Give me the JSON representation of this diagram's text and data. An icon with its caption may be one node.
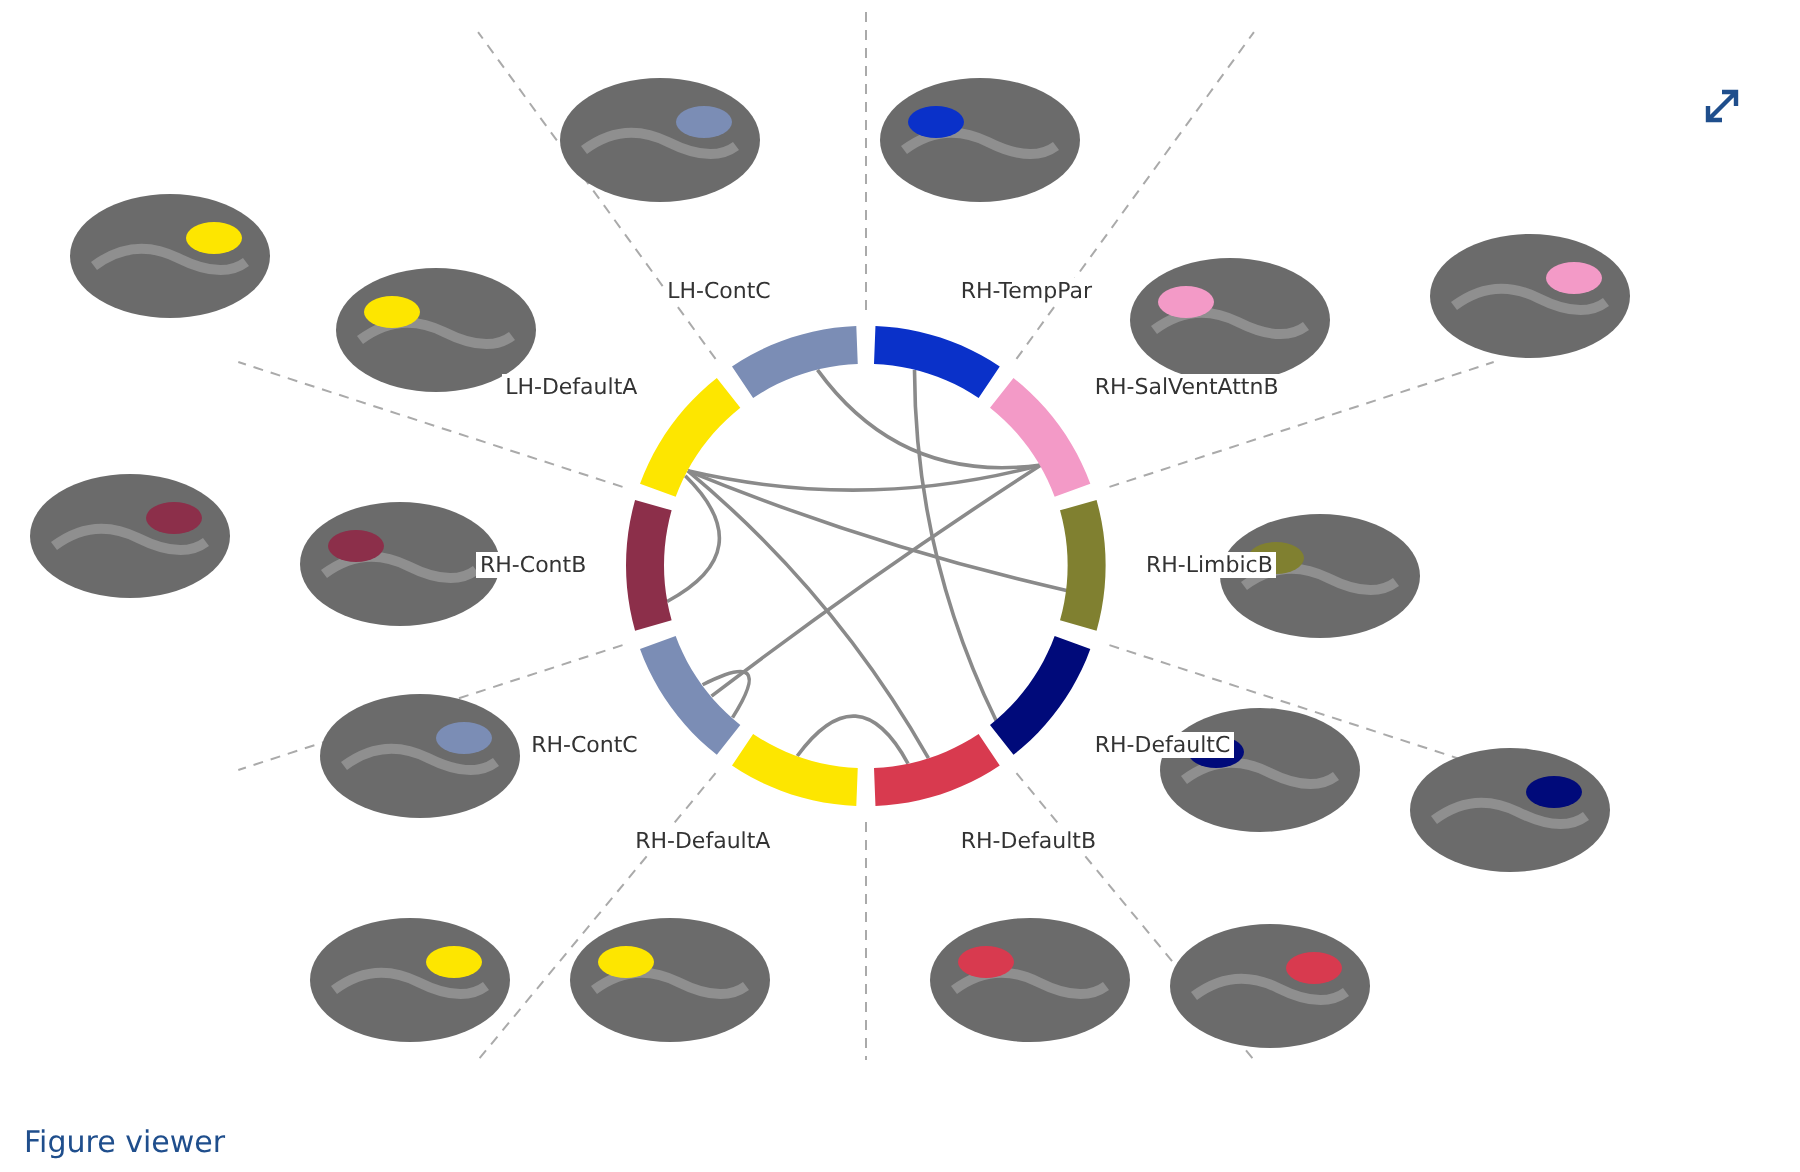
{
  "diagram": {
    "nodes": [
      {
        "text": [
          "LH-ContC"
        ]
      },
      {
        "text": [
          "RH-TempPar"
        ]
      },
      {
        "text": [
          "RH-SalVentAttnB"
        ]
      },
      {
        "text": [
          "RH-LimbicB"
        ]
      },
      {
        "text": [
          "RH-DefaultC"
        ]
      },
      {
        "text": [
          "RH-DefaultB"
        ]
      },
      {
        "text": [
          "RH-DefaultA"
        ]
      },
      {
        "text": [
          "RH-ContC"
        ]
      },
      {
        "text": [
          "RH-ContB"
        ]
      },
      {
        "text": [
          "LH-DefaultA"
        ]
      }
    ],
    "edges": [
      {
        "from": 0,
        "to": 2,
        "arrow": "none"
      },
      {
        "from": 1,
        "to": 4,
        "arrow": "none"
      },
      {
        "from": 9,
        "to": 2,
        "arrow": "none"
      },
      {
        "from": 9,
        "to": 3,
        "arrow": "none"
      },
      {
        "from": 9,
        "to": 5,
        "arrow": "none"
      },
      {
        "from": 8,
        "to": 9,
        "arrow": "none"
      },
      {
        "from": 7,
        "to": 2,
        "arrow": "none"
      },
      {
        "from": 7,
        "to": 7,
        "arrow": "none"
      },
      {
        "from": 6,
        "to": 5,
        "arrow": "none"
      }
    ],
    "labels": [
      "Figure viewer"
    ]
  }
}
